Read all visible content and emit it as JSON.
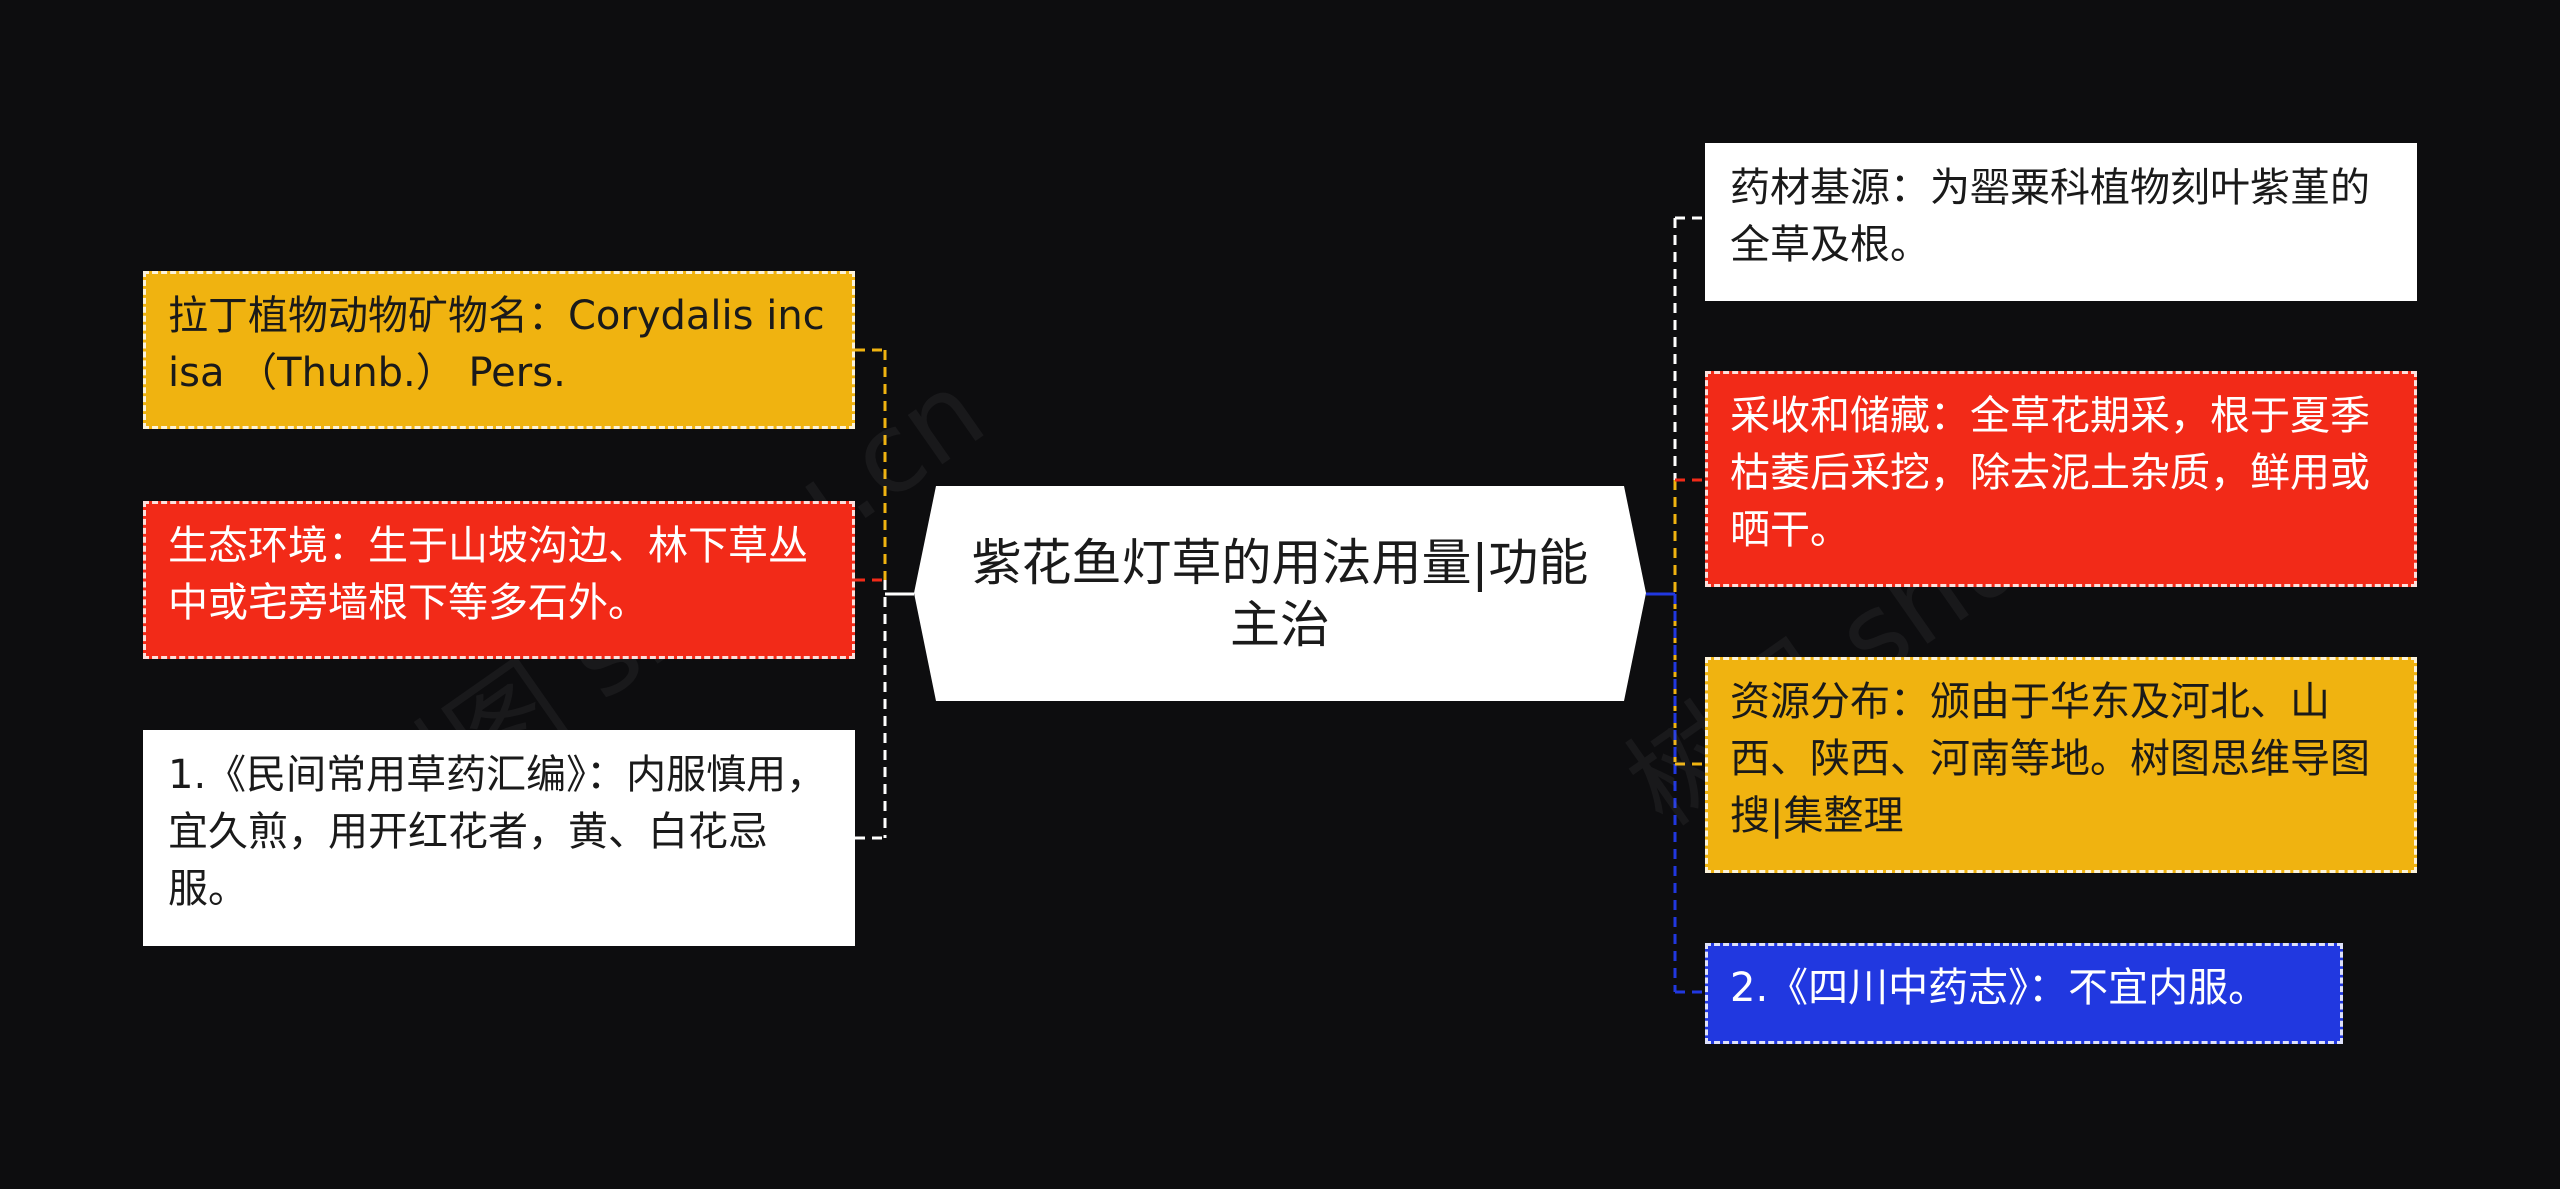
{
  "center": {
    "title": "紫花鱼灯草的用法用量|功能主治"
  },
  "left_nodes": [
    {
      "text": "拉丁植物动物矿物名：Corydalis incisa （Thunb.） Pers.",
      "color": "#f0b310"
    },
    {
      "text": "生态环境：生于山坡沟边、林下草丛中或宅旁墙根下等多石外。",
      "color": "#f22a18"
    },
    {
      "text": "1.《民间常用草药汇编》：内服慎用，宜久煎，用开红花者，黄、白花忌服。",
      "color": "#ffffff"
    }
  ],
  "right_nodes": [
    {
      "text": "药材基源：为罂粟科植物刻叶紫堇的全草及根。",
      "color": "#ffffff"
    },
    {
      "text": "采收和储藏：全草花期采，根于夏季枯萎后采挖，除去泥土杂质，鲜用或晒干。",
      "color": "#f22a18"
    },
    {
      "text": "资源分布：颁由于华东及河北、山西、陕西、河南等地。树图思维导图搜|集整理",
      "color": "#f0b310"
    },
    {
      "text": "2.《四川中药志》：不宜内服。",
      "color": "#2138e0"
    }
  ],
  "watermarks": [
    "树图 shutu.cn",
    "树图 shutu.cn"
  ]
}
